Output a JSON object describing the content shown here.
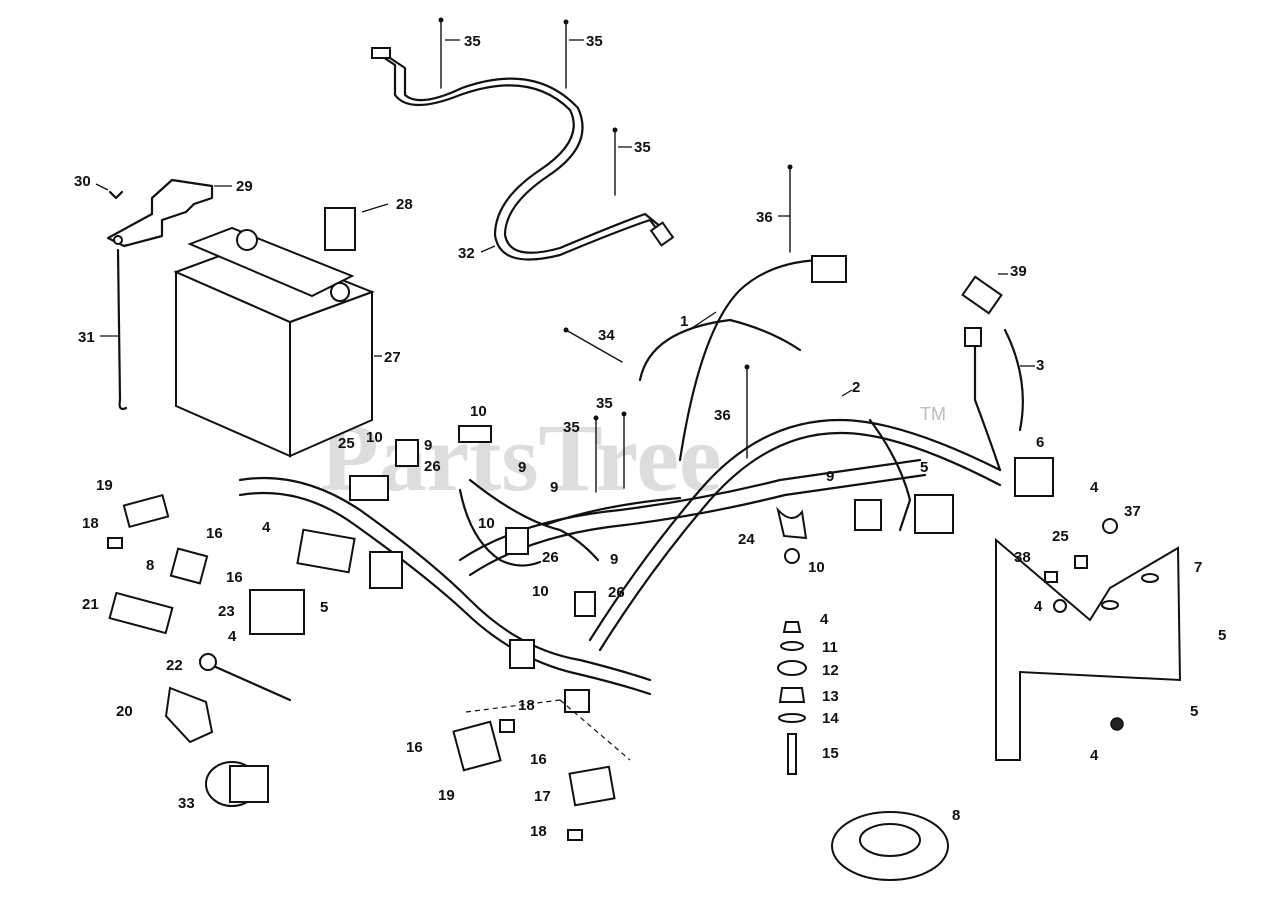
{
  "watermark": {
    "text": "PartsTree",
    "trademark": "TM"
  },
  "callouts": [
    {
      "id": "c35a",
      "label": "35"
    },
    {
      "id": "c35b",
      "label": "35"
    },
    {
      "id": "c35c",
      "label": "35"
    },
    {
      "id": "c35d",
      "label": "35"
    },
    {
      "id": "c35e",
      "label": "35"
    },
    {
      "id": "c30",
      "label": "30"
    },
    {
      "id": "c29",
      "label": "29"
    },
    {
      "id": "c28",
      "label": "28"
    },
    {
      "id": "c36a",
      "label": "36"
    },
    {
      "id": "c36b",
      "label": "36"
    },
    {
      "id": "c32",
      "label": "32"
    },
    {
      "id": "c39",
      "label": "39"
    },
    {
      "id": "c1",
      "label": "1"
    },
    {
      "id": "c34",
      "label": "34"
    },
    {
      "id": "c3",
      "label": "3"
    },
    {
      "id": "c31",
      "label": "31"
    },
    {
      "id": "c27",
      "label": "27"
    },
    {
      "id": "c2",
      "label": "2"
    },
    {
      "id": "c10a",
      "label": "10"
    },
    {
      "id": "c10b",
      "label": "10"
    },
    {
      "id": "c10c",
      "label": "10"
    },
    {
      "id": "c10d",
      "label": "10"
    },
    {
      "id": "c10e",
      "label": "10"
    },
    {
      "id": "c9a",
      "label": "9"
    },
    {
      "id": "c9b",
      "label": "9"
    },
    {
      "id": "c9c",
      "label": "9"
    },
    {
      "id": "c9d",
      "label": "9"
    },
    {
      "id": "c9e",
      "label": "9"
    },
    {
      "id": "c25a",
      "label": "25"
    },
    {
      "id": "c25b",
      "label": "25"
    },
    {
      "id": "c26a",
      "label": "26"
    },
    {
      "id": "c26b",
      "label": "26"
    },
    {
      "id": "c26c",
      "label": "26"
    },
    {
      "id": "c6",
      "label": "6"
    },
    {
      "id": "c19a",
      "label": "19"
    },
    {
      "id": "c19b",
      "label": "19"
    },
    {
      "id": "c5a",
      "label": "5"
    },
    {
      "id": "c5b",
      "label": "5"
    },
    {
      "id": "c5c",
      "label": "5"
    },
    {
      "id": "c5d",
      "label": "5"
    },
    {
      "id": "c4a",
      "label": "4"
    },
    {
      "id": "c4b",
      "label": "4"
    },
    {
      "id": "c4c",
      "label": "4"
    },
    {
      "id": "c4d",
      "label": "4"
    },
    {
      "id": "c4e",
      "label": "4"
    },
    {
      "id": "c4f",
      "label": "4"
    },
    {
      "id": "c37",
      "label": "37"
    },
    {
      "id": "c18a",
      "label": "18"
    },
    {
      "id": "c18b",
      "label": "18"
    },
    {
      "id": "c18c",
      "label": "18"
    },
    {
      "id": "c16a",
      "label": "16"
    },
    {
      "id": "c16b",
      "label": "16"
    },
    {
      "id": "c16c",
      "label": "16"
    },
    {
      "id": "c16d",
      "label": "16"
    },
    {
      "id": "c24",
      "label": "24"
    },
    {
      "id": "c38",
      "label": "38"
    },
    {
      "id": "c7",
      "label": "7"
    },
    {
      "id": "c8a",
      "label": "8"
    },
    {
      "id": "c8b",
      "label": "8"
    },
    {
      "id": "c23",
      "label": "23"
    },
    {
      "id": "c21",
      "label": "21"
    },
    {
      "id": "c22",
      "label": "22"
    },
    {
      "id": "c11",
      "label": "11"
    },
    {
      "id": "c12",
      "label": "12"
    },
    {
      "id": "c13",
      "label": "13"
    },
    {
      "id": "c14",
      "label": "14"
    },
    {
      "id": "c15",
      "label": "15"
    },
    {
      "id": "c20",
      "label": "20"
    },
    {
      "id": "c33",
      "label": "33"
    },
    {
      "id": "c17",
      "label": "17"
    }
  ]
}
